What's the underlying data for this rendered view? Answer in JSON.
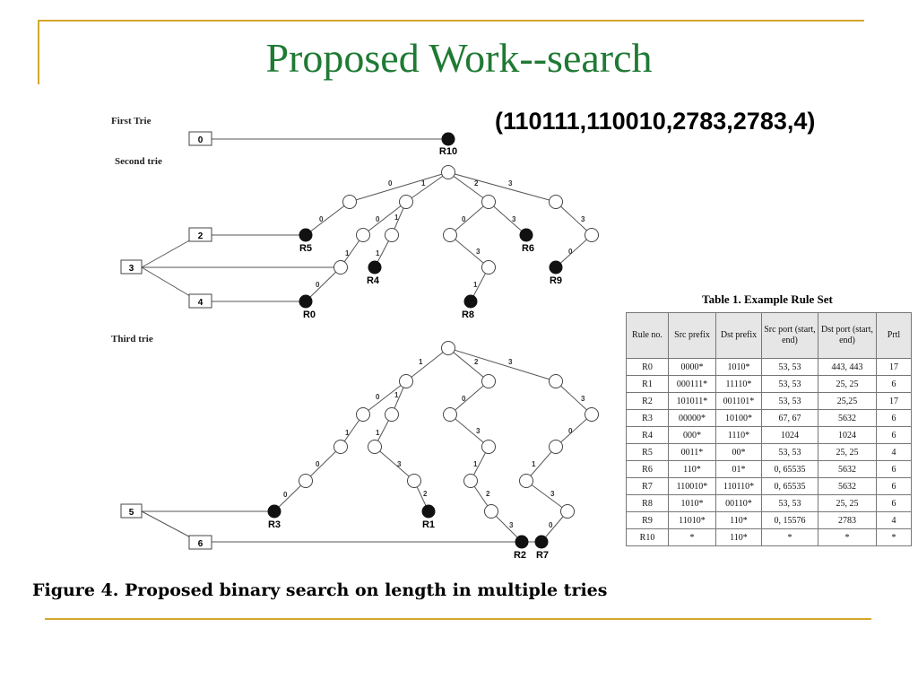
{
  "slide": {
    "title": "Proposed Work--search",
    "query": "(110111,110010,2783,2783,4)",
    "figure_caption": "Figure 4. Proposed binary search on length in multiple tries"
  },
  "diagram": {
    "trie_labels": {
      "first": "First Trie",
      "second": "Second trie",
      "third": "Third trie"
    },
    "length_boxes": [
      "0",
      "2",
      "3",
      "4",
      "5",
      "6"
    ],
    "rule_labels": [
      "R10",
      "R5",
      "R6",
      "R4",
      "R9",
      "R8",
      "R0",
      "R3",
      "R1",
      "R2",
      "R7"
    ],
    "colors": {
      "rule_node": "#000000",
      "internal_node": "#ffffff",
      "edge": "#555555"
    }
  },
  "rule_table": {
    "title": "Table 1. Example Rule Set",
    "headers": [
      "Rule no.",
      "Src prefix",
      "Dst prefix",
      "Src port (start, end)",
      "Dst port (start, end)",
      "Prtl"
    ],
    "rows": [
      [
        "R0",
        "0000*",
        "1010*",
        "53, 53",
        "443, 443",
        "17"
      ],
      [
        "R1",
        "000111*",
        "11110*",
        "53, 53",
        "25, 25",
        "6"
      ],
      [
        "R2",
        "101011*",
        "001101*",
        "53, 53",
        "25,25",
        "17"
      ],
      [
        "R3",
        "00000*",
        "10100*",
        "67, 67",
        "5632",
        "6"
      ],
      [
        "R4",
        "000*",
        "1110*",
        "1024",
        "1024",
        "6"
      ],
      [
        "R5",
        "0011*",
        "00*",
        "53, 53",
        "25, 25",
        "4"
      ],
      [
        "R6",
        "110*",
        "01*",
        "0, 65535",
        "5632",
        "6"
      ],
      [
        "R7",
        "110010*",
        "110110*",
        "0, 65535",
        "5632",
        "6"
      ],
      [
        "R8",
        "1010*",
        "00110*",
        "53, 53",
        "25, 25",
        "6"
      ],
      [
        "R9",
        "11010*",
        "110*",
        "0, 15576",
        "2783",
        "4"
      ],
      [
        "R10",
        "*",
        "110*",
        "*",
        "*",
        "*"
      ]
    ]
  }
}
